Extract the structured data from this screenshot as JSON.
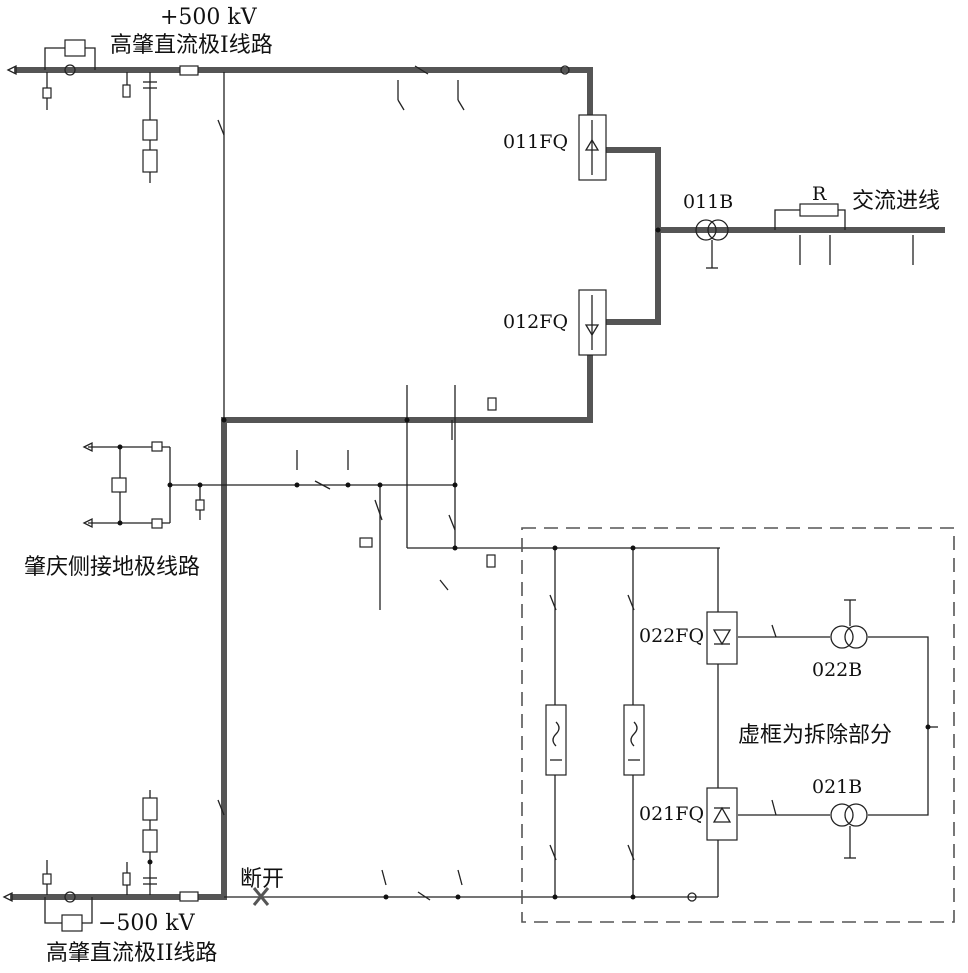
{
  "labels": {
    "pole1_voltage": "+500 kV",
    "pole1_line": "高肇直流极I线路",
    "pole2_voltage": "−500 kV",
    "pole2_line": "高肇直流极II线路",
    "ground_line": "肇庆侧接地极线路",
    "ac_incoming": "交流进线",
    "resistor": "R",
    "disconnect": "断开",
    "removed_part": "虚框为拆除部分"
  },
  "devices": {
    "fq011": "011FQ",
    "fq012": "012FQ",
    "fq022": "022FQ",
    "fq021": "021FQ",
    "tr011": "011B",
    "tr022": "022B",
    "tr021": "021B"
  },
  "colors": {
    "thick_line": "#555555",
    "thin_line": "#222222",
    "dashed_box": "#555555"
  }
}
